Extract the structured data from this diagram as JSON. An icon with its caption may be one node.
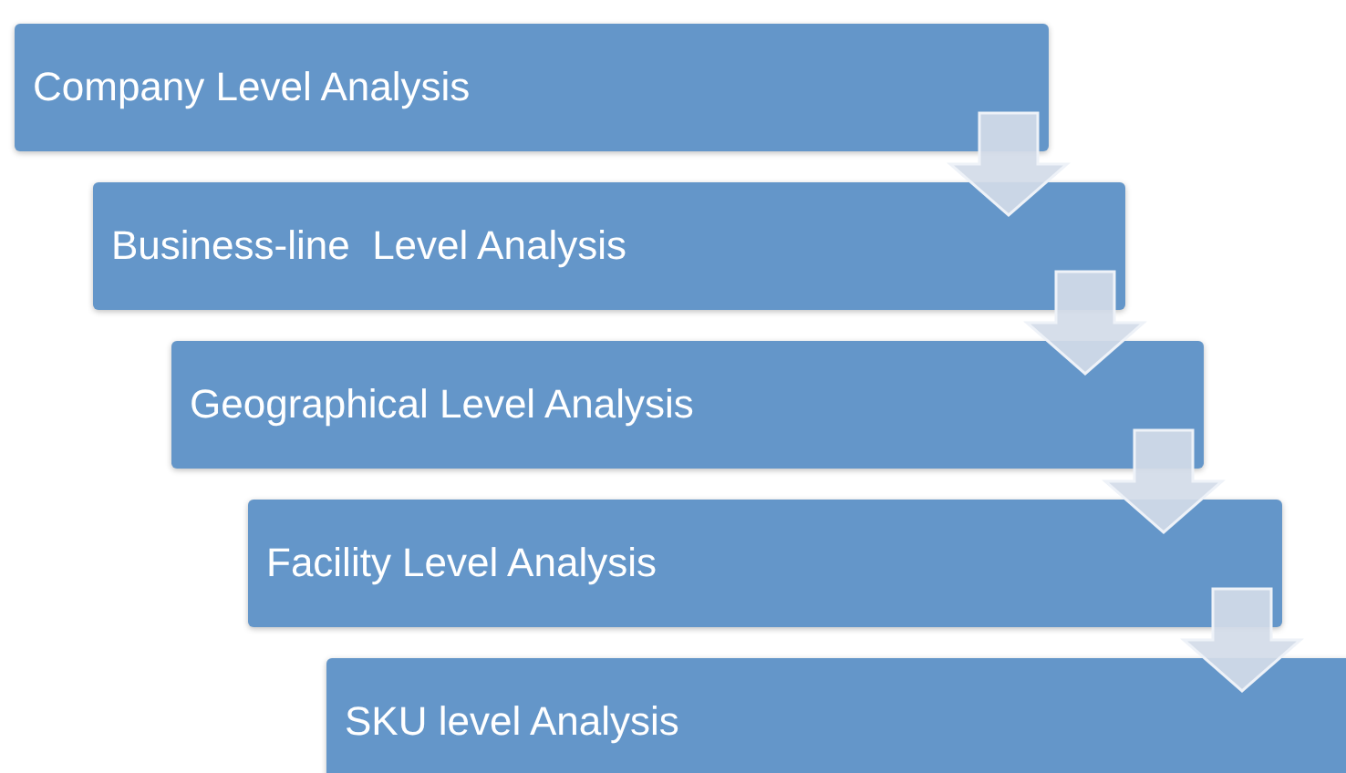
{
  "diagram": {
    "nodes": [
      {
        "text": [
          "Company Level Analysis"
        ]
      },
      {
        "text": [
          "Business-line  Level Analysis"
        ]
      },
      {
        "text": [
          "Geographical Level Analysis"
        ]
      },
      {
        "text": [
          "Facility Level Analysis"
        ]
      },
      {
        "text": [
          "SKU level Analysis"
        ]
      }
    ],
    "edges": [
      {
        "from": 0,
        "to": 1,
        "arrow": "to"
      },
      {
        "from": 1,
        "to": 2,
        "arrow": "to"
      },
      {
        "from": 2,
        "to": 3,
        "arrow": "to"
      },
      {
        "from": 3,
        "to": 4,
        "arrow": "to"
      }
    ]
  }
}
